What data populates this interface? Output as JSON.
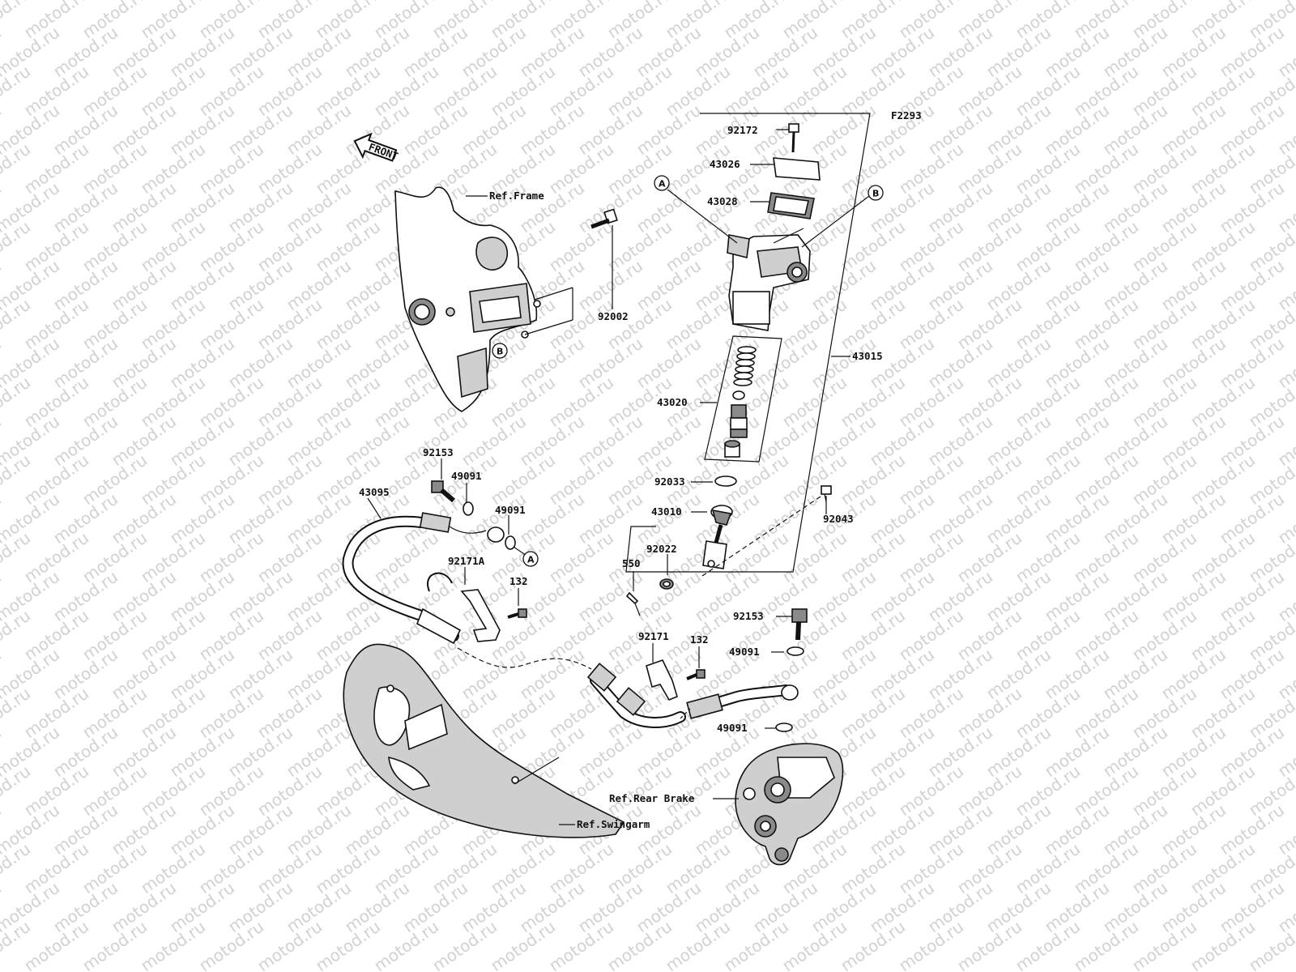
{
  "diagram": {
    "figure_code": "F2293",
    "watermark_text": "motod.ru",
    "front_label": "FRONT",
    "refs": {
      "frame": "Ref.Frame",
      "rear_brake": "Ref.Rear Brake",
      "swingarm": "Ref.Swingarm"
    },
    "callouts": {
      "a": "A",
      "b": "B"
    },
    "part_numbers": {
      "p92172": "92172",
      "p43026": "43026",
      "p43028": "43028",
      "p43015": "43015",
      "p43020": "43020",
      "p92033": "92033",
      "p43010": "43010",
      "p92043": "92043",
      "p92022": "92022",
      "p550": "550",
      "p92002": "92002",
      "p92153_top": "92153",
      "p49091_a": "49091",
      "p49091_b": "49091",
      "p43095": "43095",
      "p92171A": "92171A",
      "p132_top": "132",
      "p92153_bot": "92153",
      "p92171": "92171",
      "p132_bot": "132",
      "p49091_c": "49091",
      "p49091_d": "49091"
    }
  }
}
